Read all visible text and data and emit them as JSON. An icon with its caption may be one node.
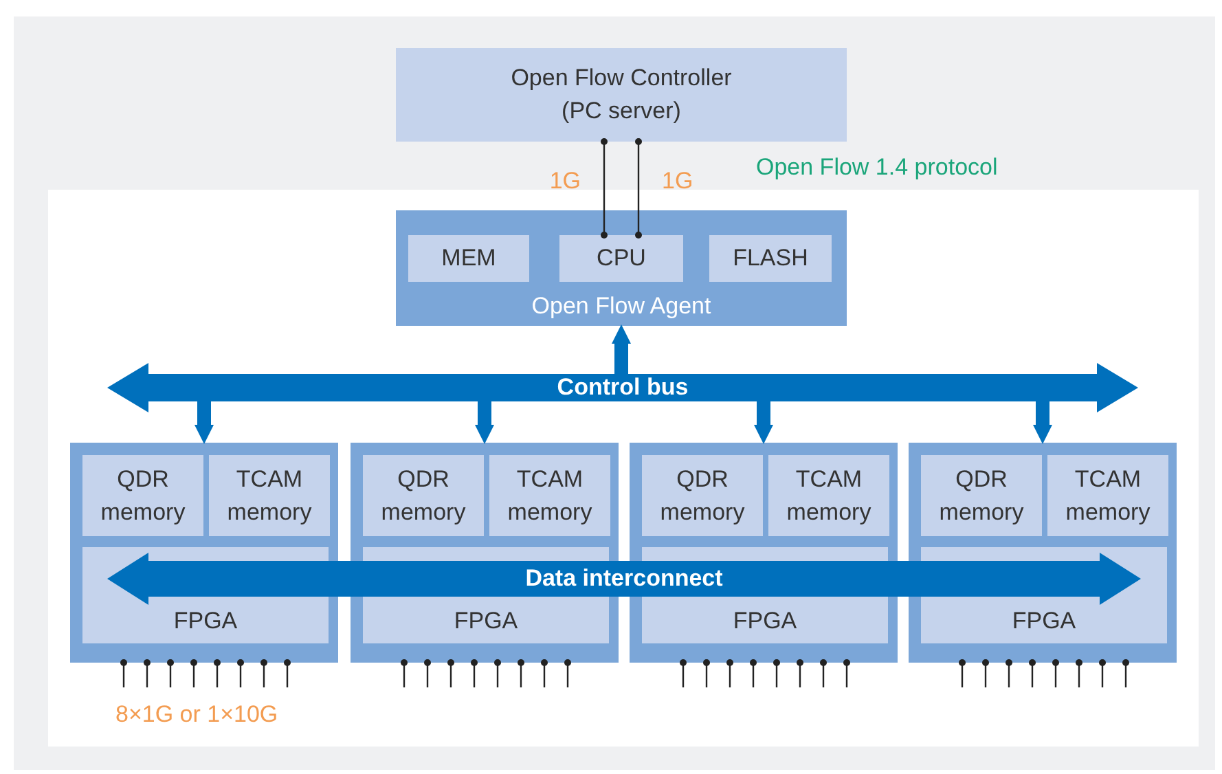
{
  "diagram": {
    "nodes": [
      {
        "text": [
          "Open Flow Controller (PC server)"
        ]
      },
      {
        "text": [
          "Open Flow Agent"
        ]
      },
      {
        "text": [
          "MEM"
        ],
        "in": 1
      },
      {
        "text": [
          "CPU"
        ],
        "in": 1
      },
      {
        "text": [
          "FLASH"
        ],
        "in": 1
      },
      {
        "text": [
          "Control bus"
        ]
      },
      {
        "text": [],
        "shape": "box"
      },
      {
        "text": [
          "QDR memory"
        ],
        "in": 6
      },
      {
        "text": [
          "TCAM memory"
        ],
        "in": 6
      },
      {
        "text": [
          "FPGA"
        ],
        "in": 6
      },
      {
        "text": [],
        "shape": "box"
      },
      {
        "text": [
          "QDR memory"
        ],
        "in": 10
      },
      {
        "text": [
          "TCAM memory"
        ],
        "in": 10
      },
      {
        "text": [
          "FPGA"
        ],
        "in": 10
      },
      {
        "text": [],
        "shape": "box"
      },
      {
        "text": [
          "QDR memory"
        ],
        "in": 14
      },
      {
        "text": [
          "TCAM memory"
        ],
        "in": 14
      },
      {
        "text": [
          "FPGA"
        ],
        "in": 14
      },
      {
        "text": [],
        "shape": "box"
      },
      {
        "text": [
          "QDR memory"
        ],
        "in": 18
      },
      {
        "text": [
          "TCAM memory"
        ],
        "in": 18
      },
      {
        "text": [
          "FPGA"
        ],
        "in": 18
      },
      {
        "text": [
          "Data interconnect"
        ]
      }
    ],
    "edges": [
      {
        "from": 0,
        "to": 3,
        "arrow": "other",
        "label": "1G"
      },
      {
        "from": 0,
        "to": 3,
        "arrow": "other",
        "label": "1G"
      },
      {
        "from": 5,
        "to": 1,
        "arrow": "to",
        "style": "thick",
        "color": "#0070bc"
      },
      {
        "from": 5,
        "to": 6,
        "arrow": "to",
        "style": "thick",
        "color": "#0070bc"
      },
      {
        "from": 5,
        "to": 10,
        "arrow": "to",
        "style": "thick",
        "color": "#0070bc"
      },
      {
        "from": 5,
        "to": 14,
        "arrow": "to",
        "style": "thick",
        "color": "#0070bc"
      },
      {
        "from": 5,
        "to": 18,
        "arrow": "to",
        "style": "thick",
        "color": "#0070bc"
      },
      {
        "from": null,
        "to": 6,
        "arrow": "other"
      },
      {
        "from": null,
        "to": 6,
        "arrow": "other"
      },
      {
        "from": null,
        "to": 6,
        "arrow": "other"
      },
      {
        "from": null,
        "to": 6,
        "arrow": "other"
      },
      {
        "from": null,
        "to": 6,
        "arrow": "other"
      },
      {
        "from": null,
        "to": 6,
        "arrow": "other"
      },
      {
        "from": null,
        "to": 6,
        "arrow": "other"
      },
      {
        "from": null,
        "to": 6,
        "arrow": "other"
      },
      {
        "from": null,
        "to": 10,
        "arrow": "other"
      },
      {
        "from": null,
        "to": 10,
        "arrow": "other"
      },
      {
        "from": null,
        "to": 10,
        "arrow": "other"
      },
      {
        "from": null,
        "to": 10,
        "arrow": "other"
      },
      {
        "from": null,
        "to": 10,
        "arrow": "other"
      },
      {
        "from": null,
        "to": 10,
        "arrow": "other"
      },
      {
        "from": null,
        "to": 10,
        "arrow": "other"
      },
      {
        "from": null,
        "to": 10,
        "arrow": "other"
      },
      {
        "from": null,
        "to": 14,
        "arrow": "other"
      },
      {
        "from": null,
        "to": 14,
        "arrow": "other"
      },
      {
        "from": null,
        "to": 14,
        "arrow": "other"
      },
      {
        "from": null,
        "to": 14,
        "arrow": "other"
      },
      {
        "from": null,
        "to": 14,
        "arrow": "other"
      },
      {
        "from": null,
        "to": 14,
        "arrow": "other"
      },
      {
        "from": null,
        "to": 14,
        "arrow": "other"
      },
      {
        "from": null,
        "to": 14,
        "arrow": "other"
      },
      {
        "from": null,
        "to": 18,
        "arrow": "other"
      },
      {
        "from": null,
        "to": 18,
        "arrow": "other"
      },
      {
        "from": null,
        "to": 18,
        "arrow": "other"
      },
      {
        "from": null,
        "to": 18,
        "arrow": "other"
      },
      {
        "from": null,
        "to": 18,
        "arrow": "other"
      },
      {
        "from": null,
        "to": 18,
        "arrow": "other"
      },
      {
        "from": null,
        "to": 18,
        "arrow": "other"
      },
      {
        "from": null,
        "to": 18,
        "arrow": "other"
      }
    ],
    "labels": [
      "Open Flow 1.4 protocol",
      "8×1G or 1×10G"
    ]
  }
}
